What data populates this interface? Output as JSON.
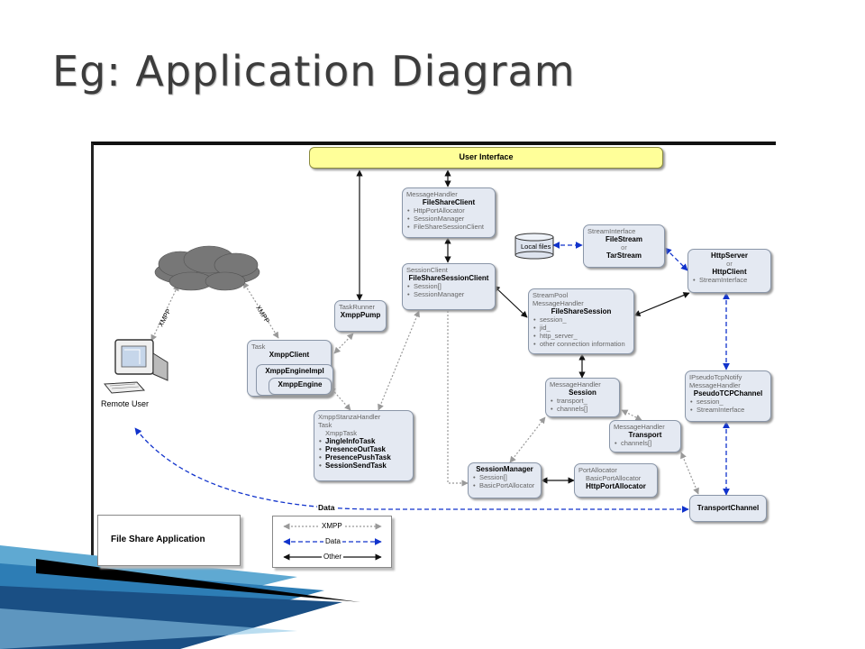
{
  "title": "Eg: Application Diagram",
  "diagram": {
    "ui": "User Interface",
    "fsc": {
      "type": "MessageHandler",
      "name": "FileShareClient",
      "items": [
        "HttpPortAllocator",
        "SessionManager",
        "FileShareSessionClient"
      ]
    },
    "fssc": {
      "type": "SessionClient",
      "name": "FileShareSessionClient",
      "items": [
        "Session[]",
        "SessionManager"
      ]
    },
    "local_files": "Local files",
    "stream": {
      "type": "StreamInterface",
      "name1": "FileStream",
      "or": "or",
      "name2": "TarStream"
    },
    "http": {
      "name1": "HttpServer",
      "or": "or",
      "name2": "HttpClient",
      "items": [
        "StreamInterface"
      ]
    },
    "pump": {
      "type": "TaskRunner",
      "name": "XmppPump"
    },
    "fss": {
      "type1": "StreamPool",
      "type2": "MessageHandler",
      "name": "FileShareSession",
      "items": [
        "session_",
        "jid_",
        "http_server_",
        "other connection information"
      ]
    },
    "xmpp_client": {
      "type": "Task",
      "name": "XmppClient",
      "inner1": "XmppEngineImpl",
      "inner2": "XmppEngine"
    },
    "remote_user": "Remote User",
    "xmpp_label1": "XMPP",
    "xmpp_label2": "XMPP",
    "session": {
      "type": "MessageHandler",
      "name": "Session",
      "items": [
        "transport_",
        "channels[]"
      ]
    },
    "pseudo": {
      "type1": "IPseudoTcpNotify",
      "type2": "MessageHandler",
      "name": "PseudoTCPChannel",
      "items": [
        "session_",
        "StreamInterface"
      ]
    },
    "stanza": {
      "type1": "XmppStanzaHandler",
      "type2": "Task",
      "type3": "XmppTask",
      "tasks": [
        "JingleInfoTask",
        "PresenceOutTask",
        "PresencePushTask",
        "SessionSendTask"
      ]
    },
    "transport": {
      "type": "MessageHandler",
      "name": "Transport",
      "items": [
        "channels[]"
      ]
    },
    "session_manager": {
      "name": "SessionManager",
      "items": [
        "Session[]",
        "BasicPortAllocator"
      ]
    },
    "port_alloc": {
      "type1": "PortAllocator",
      "type2": "BasicPortAllocator",
      "name": "HttpPortAllocator"
    },
    "transport_channel": "TransportChannel",
    "data_label": "Data",
    "app_label": "File Share Application",
    "legend": {
      "xmpp": "XMPP",
      "data": "Data",
      "other": "Other"
    }
  }
}
